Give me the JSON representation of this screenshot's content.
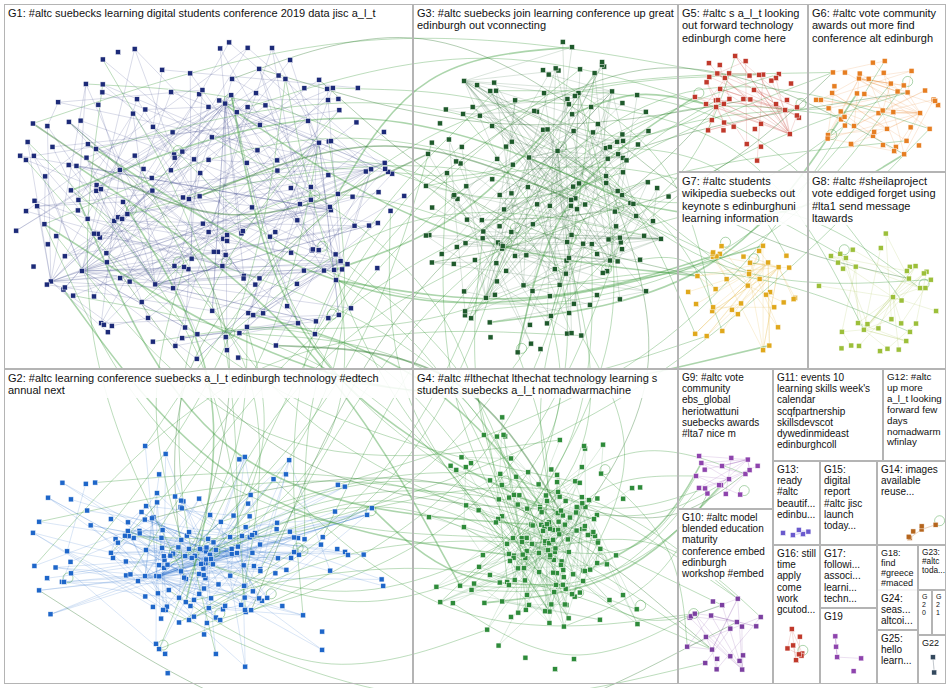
{
  "diagram": {
    "nodes": [
      {
        "text": [
          "G1: #altc suebecks learning digital students conference 2019 data jisc a_l_t"
        ]
      },
      {
        "text": [
          "G3: #altc suebecks join learning conference up great edinburgh out vconnecting"
        ]
      },
      {
        "text": [
          "G5: #altc s a_l_t looking out forward technology edinburgh come here"
        ]
      },
      {
        "text": [
          "G6: #altc vote community awards out more find conference alt edinburgh"
        ]
      },
      {
        "text": [
          "G7: #altc students wikipedia suebecks out keynote s edinburghuni learning information"
        ]
      },
      {
        "text": [
          "G8: #altc #sheilaproject vote eddiged forget using #lta1 send message ltawards"
        ]
      },
      {
        "text": [
          "G2: #altc learning conference suebecks a_l_t edinburgh technology #edtech annual next"
        ]
      },
      {
        "text": [
          "G4: #altc #lthechat lthechat technology learning s students suebecks a_l_t nomadwarmachine"
        ]
      },
      {
        "text": [
          "G9: #altc vote community ebs_global heriotwattuni suebecks awards #lta7 nice m"
        ]
      },
      {
        "text": [
          "G11: events 10 learning skills week's calendar scqfpartnership skillsdevscot dywedinmideast edinburghcoll"
        ]
      },
      {
        "text": [
          "G12: #altc up more a_l_t looking forward few days nomadwarm wfinlay"
        ]
      },
      {
        "text": [
          "G13: ready #altc beautif... edinbu..."
        ]
      },
      {
        "text": [
          "G15: digital report #altc jisc launch today..."
        ]
      },
      {
        "text": [
          "G14: images available reuse..."
        ]
      },
      {
        "text": [
          "G10: #altc model blended education maturity conference embed edinburgh workshop #embed"
        ]
      },
      {
        "text": [
          "G16: still time apply come work gcutod..."
        ]
      },
      {
        "text": [
          "G17: followi... associ... learni... techn..."
        ]
      },
      {
        "text": [
          "G18: find #greece #maced..."
        ]
      },
      {
        "text": [
          "G23: #altc toda..."
        ]
      },
      {
        "text": [
          "G19"
        ]
      },
      {
        "text": [
          "G24: seas... altcoi..."
        ]
      },
      {
        "text": [
          "G20"
        ]
      },
      {
        "text": [
          "G21"
        ]
      },
      {
        "text": [
          "G25: hello learn..."
        ]
      },
      {
        "text": [
          "G22"
        ]
      }
    ]
  }
}
